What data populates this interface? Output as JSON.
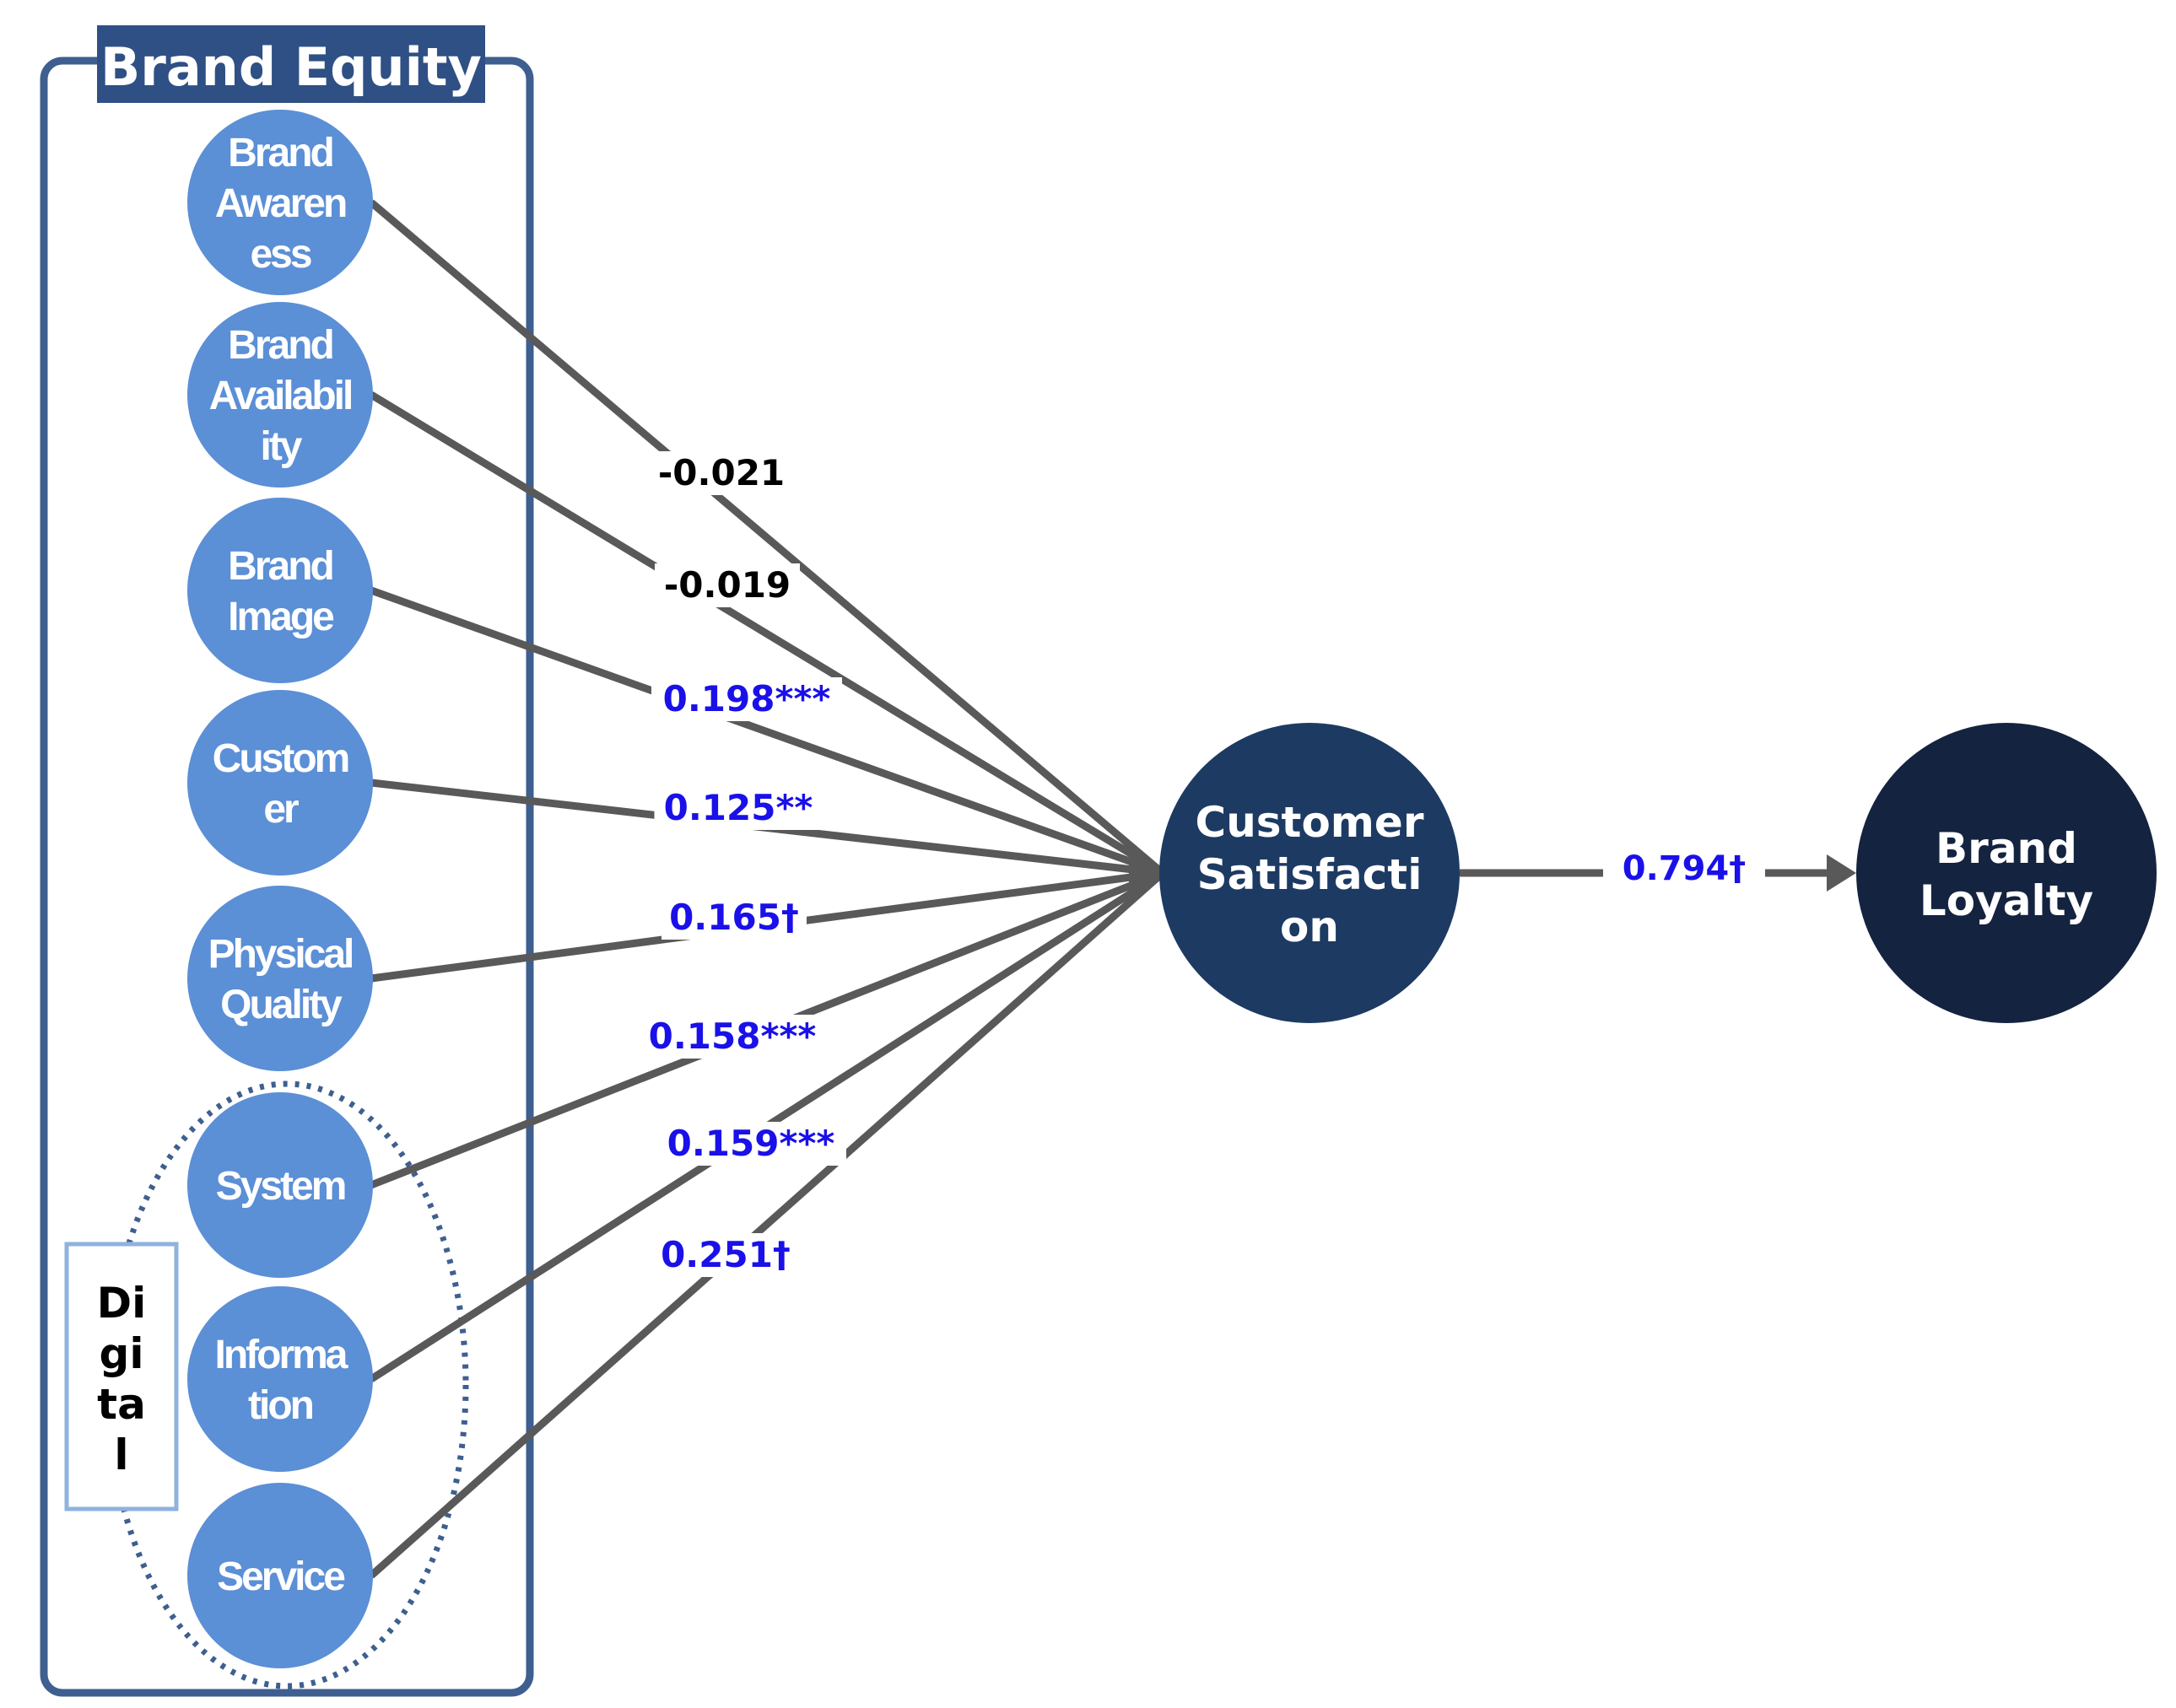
{
  "group": {
    "title": "Brand Equity",
    "subgroup_label": [
      "Di",
      "gi",
      "ta",
      "l"
    ]
  },
  "constructs": [
    {
      "id": "awareness",
      "lines": [
        "Brand",
        "Awaren",
        "ess"
      ]
    },
    {
      "id": "availability",
      "lines": [
        "Brand",
        "Availabil",
        "ity"
      ]
    },
    {
      "id": "image",
      "lines": [
        "Brand",
        "Image"
      ]
    },
    {
      "id": "customer",
      "lines": [
        "Custom",
        "er"
      ]
    },
    {
      "id": "physical",
      "lines": [
        "Physical",
        "Quality"
      ]
    },
    {
      "id": "system",
      "lines": [
        "System"
      ]
    },
    {
      "id": "information",
      "lines": [
        "Informa",
        "tion"
      ]
    },
    {
      "id": "service",
      "lines": [
        "Service"
      ]
    }
  ],
  "mediator": {
    "lines": [
      "Customer",
      "Satisfacti",
      "on"
    ]
  },
  "outcome": {
    "lines": [
      "Brand",
      "Loyalty"
    ]
  },
  "paths": [
    {
      "from": "awareness",
      "coef": "-0.021",
      "significant": false
    },
    {
      "from": "availability",
      "coef": "-0.019",
      "significant": false
    },
    {
      "from": "image",
      "coef": "0.198***",
      "significant": true
    },
    {
      "from": "customer",
      "coef": "0.125**",
      "significant": true
    },
    {
      "from": "physical",
      "coef": "0.165†",
      "significant": true
    },
    {
      "from": "system",
      "coef": "0.158***",
      "significant": true
    },
    {
      "from": "information",
      "coef": "0.159***",
      "significant": true
    },
    {
      "from": "service",
      "coef": "0.251†",
      "significant": true
    }
  ],
  "final_path": {
    "coef": "0.794†",
    "significant": true
  },
  "colors": {
    "small_node": "#5b8fd6",
    "mediator": "#1d3a63",
    "outcome": "#14233f",
    "box_border": "#3e5f8f",
    "title_bg": "#2f5085",
    "arrow": "#595959",
    "coef_sig": "#1a10e8",
    "coef_nonsig": "#000000",
    "digital_border": "#8fb2df",
    "dotted": "#3e5f8f"
  }
}
